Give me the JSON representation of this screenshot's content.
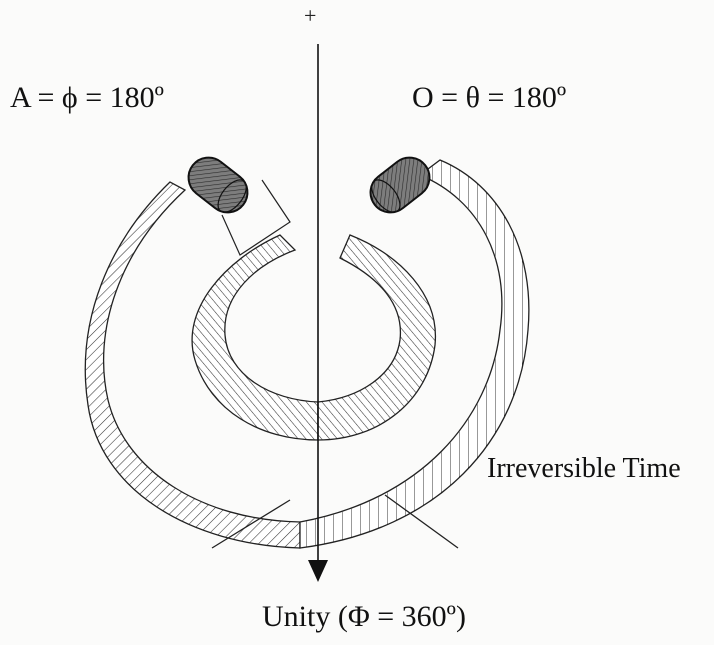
{
  "diagram": {
    "axis_top_marker": "+",
    "label_left": "A = ϕ = 180º",
    "label_right": "O = θ = 180º",
    "label_irreversible": "Irreversible Time",
    "label_bottom": "Unity (Φ = 360º)",
    "colors": {
      "ink": "#111111",
      "background": "#fbfbfa",
      "cap_fill": "#8a8a8a"
    }
  }
}
